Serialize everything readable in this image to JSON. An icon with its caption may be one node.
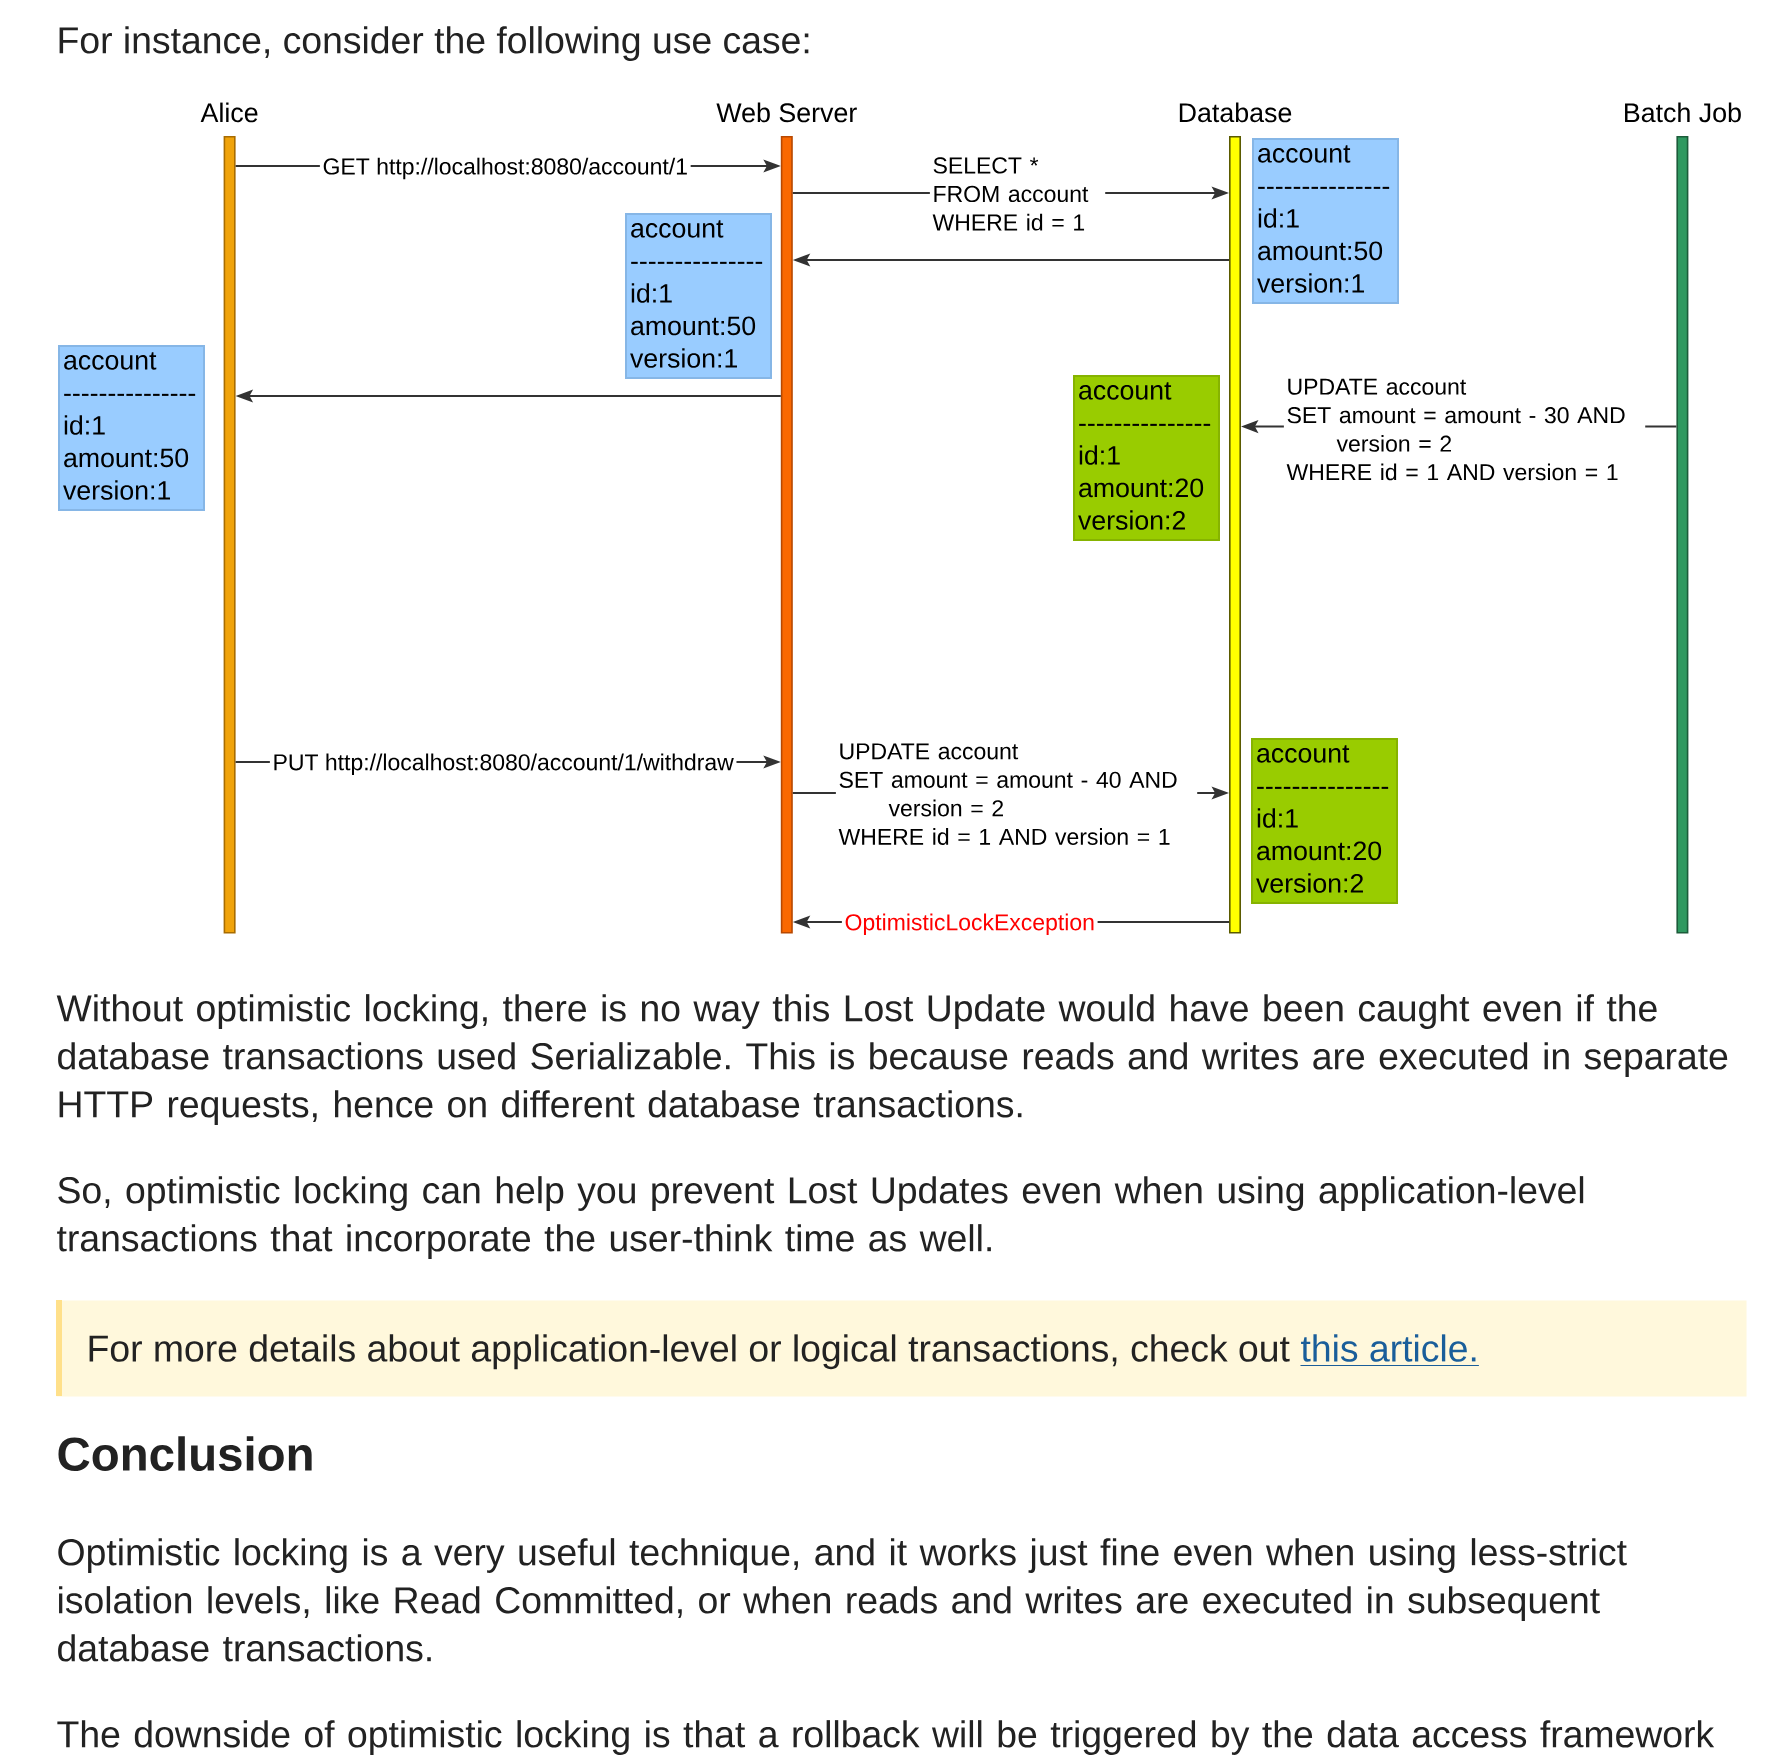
{
  "diagram": {
    "nodes": [
      {
        "text": [
          "Alice"
        ]
      },
      {
        "text": [
          "Web Server"
        ]
      },
      {
        "text": [
          "Database"
        ]
      },
      {
        "text": [
          "Batch Job"
        ]
      },
      {
        "text": [
          "account",
          "---------------",
          "id:1",
          "amount:50",
          "version:1"
        ]
      },
      {
        "text": [
          "account",
          "---------------",
          "id:1",
          "amount:50",
          "version:1"
        ]
      },
      {
        "text": [
          "account",
          "---------------",
          "id:1",
          "amount:50",
          "version:1"
        ]
      },
      {
        "text": [
          "account",
          "---------------",
          "id:1",
          "amount:20",
          "version:2"
        ]
      },
      {
        "text": [
          "account",
          "---------------",
          "id:1",
          "amount:20",
          "version:2"
        ]
      },
      {
        "text": [
          "For more details about application-level or logical transactions, check out",
          "this article."
        ]
      }
    ],
    "edges": [
      {
        "from": 0,
        "to": 1,
        "arrow": "to",
        "label": "GET http://localhost:8080/account/1"
      },
      {
        "from": 1,
        "to": 2,
        "arrow": "to",
        "label": "SELECT * FROM account WHERE id = 1"
      },
      {
        "from": 2,
        "to": 1,
        "arrow": "to"
      },
      {
        "from": 1,
        "to": 0,
        "arrow": "to"
      },
      {
        "from": 3,
        "to": 2,
        "arrow": "to",
        "label": "UPDATE account SET amount = amount - 30 AND version = 2 WHERE id = 1 AND version = 1"
      },
      {
        "from": 0,
        "to": 1,
        "arrow": "to",
        "label": "PUT http://localhost:8080/account/1/withdraw"
      },
      {
        "from": 1,
        "to": 2,
        "arrow": "to",
        "label": "UPDATE account SET amount = amount - 40 AND version = 2 WHERE id = 1 AND version = 1"
      },
      {
        "from": 2,
        "to": 1,
        "arrow": "to",
        "label": "OptimisticLockException"
      }
    ],
    "labels": [
      "For instance, consider the following use case:",
      "Without optimistic locking, there is no way this Lost Update would have been caught even if the database transactions used Serializable. This is because reads and writes are executed in separate HTTP requests, hence on different database transactions.",
      "So, optimistic locking can help you prevent Lost Updates even when using application-level transactions that incorporate the user-think time as well.",
      "Conclusion",
      "Optimistic locking is a very useful technique, and it works just fine even when using less-strict isolation levels, like Read Committed, or when reads and writes are executed in subsequent database transactions.",
      "The downside of optimistic locking is that a rollback will be triggered by the data access framework"
    ]
  }
}
